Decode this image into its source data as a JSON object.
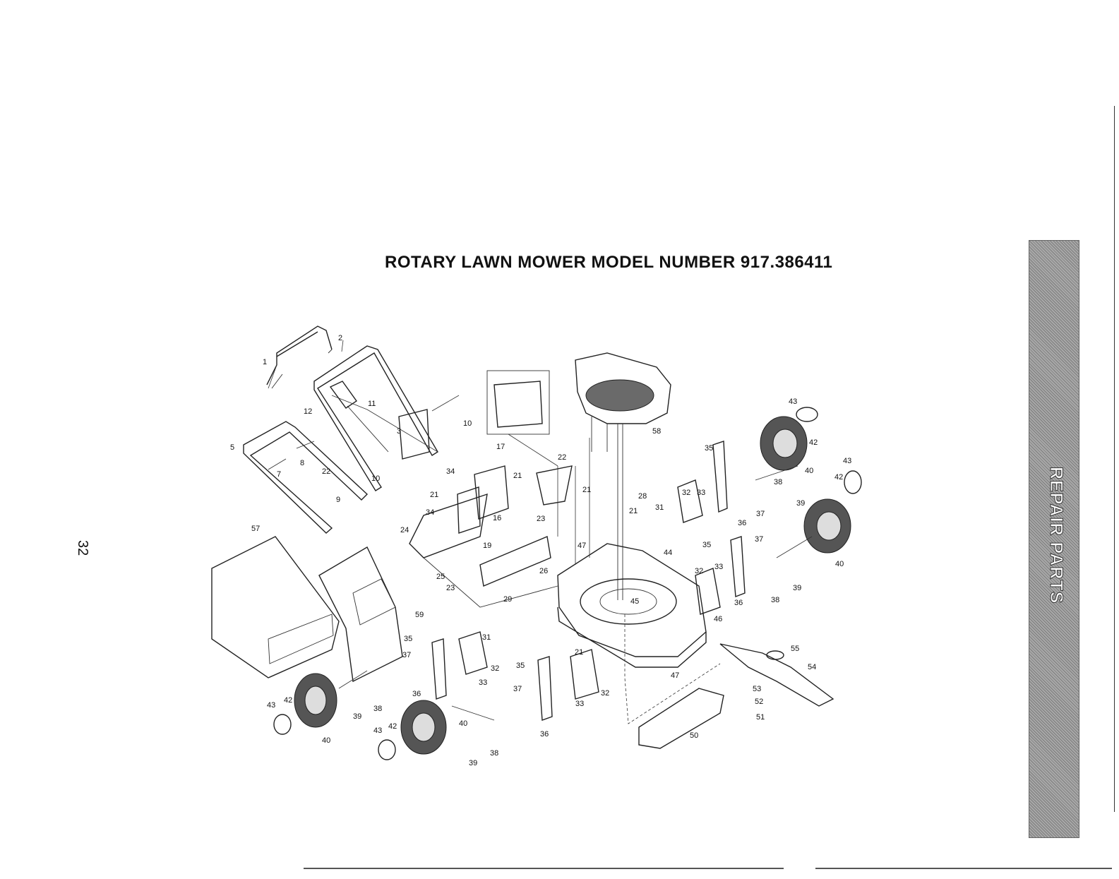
{
  "page": {
    "title": "ROTARY LAWN MOWER MODEL NUMBER 917.386411",
    "page_number": "32",
    "section_tab": "REPAIR PARTS"
  },
  "callouts": [
    {
      "id": "c1",
      "text": "1"
    },
    {
      "id": "c2",
      "text": "2"
    },
    {
      "id": "c3",
      "text": "3"
    },
    {
      "id": "c5",
      "text": "5"
    },
    {
      "id": "c7",
      "text": "7"
    },
    {
      "id": "c8",
      "text": "8"
    },
    {
      "id": "c9",
      "text": "9"
    },
    {
      "id": "c10a",
      "text": "10"
    },
    {
      "id": "c10b",
      "text": "10"
    },
    {
      "id": "c11",
      "text": "11"
    },
    {
      "id": "c12",
      "text": "12"
    },
    {
      "id": "c16",
      "text": "16"
    },
    {
      "id": "c17",
      "text": "17"
    },
    {
      "id": "c19",
      "text": "19"
    },
    {
      "id": "c21a",
      "text": "21"
    },
    {
      "id": "c21b",
      "text": "21"
    },
    {
      "id": "c21c",
      "text": "21"
    },
    {
      "id": "c21d",
      "text": "21"
    },
    {
      "id": "c21e",
      "text": "21"
    },
    {
      "id": "c22a",
      "text": "22"
    },
    {
      "id": "c22b",
      "text": "22"
    },
    {
      "id": "c23a",
      "text": "23"
    },
    {
      "id": "c23b",
      "text": "23"
    },
    {
      "id": "c24",
      "text": "24"
    },
    {
      "id": "c25",
      "text": "25"
    },
    {
      "id": "c26",
      "text": "26"
    },
    {
      "id": "c28",
      "text": "28"
    },
    {
      "id": "c29",
      "text": "29"
    },
    {
      "id": "c31a",
      "text": "31"
    },
    {
      "id": "c31b",
      "text": "31"
    },
    {
      "id": "c32a",
      "text": "32"
    },
    {
      "id": "c32b",
      "text": "32"
    },
    {
      "id": "c32c",
      "text": "32"
    },
    {
      "id": "c32d",
      "text": "32"
    },
    {
      "id": "c33a",
      "text": "33"
    },
    {
      "id": "c33b",
      "text": "33"
    },
    {
      "id": "c33c",
      "text": "33"
    },
    {
      "id": "c33d",
      "text": "33"
    },
    {
      "id": "c34a",
      "text": "34"
    },
    {
      "id": "c34b",
      "text": "34"
    },
    {
      "id": "c35a",
      "text": "35"
    },
    {
      "id": "c35b",
      "text": "35"
    },
    {
      "id": "c35c",
      "text": "35"
    },
    {
      "id": "c35d",
      "text": "35"
    },
    {
      "id": "c36a",
      "text": "36"
    },
    {
      "id": "c36b",
      "text": "36"
    },
    {
      "id": "c36c",
      "text": "36"
    },
    {
      "id": "c36d",
      "text": "36"
    },
    {
      "id": "c37a",
      "text": "37"
    },
    {
      "id": "c37b",
      "text": "37"
    },
    {
      "id": "c37c",
      "text": "37"
    },
    {
      "id": "c37d",
      "text": "37"
    },
    {
      "id": "c38a",
      "text": "38"
    },
    {
      "id": "c38b",
      "text": "38"
    },
    {
      "id": "c38c",
      "text": "38"
    },
    {
      "id": "c38d",
      "text": "38"
    },
    {
      "id": "c39a",
      "text": "39"
    },
    {
      "id": "c39b",
      "text": "39"
    },
    {
      "id": "c39c",
      "text": "39"
    },
    {
      "id": "c39d",
      "text": "39"
    },
    {
      "id": "c40a",
      "text": "40"
    },
    {
      "id": "c40b",
      "text": "40"
    },
    {
      "id": "c40c",
      "text": "40"
    },
    {
      "id": "c40d",
      "text": "40"
    },
    {
      "id": "c42a",
      "text": "42"
    },
    {
      "id": "c42b",
      "text": "42"
    },
    {
      "id": "c42c",
      "text": "42"
    },
    {
      "id": "c42d",
      "text": "42"
    },
    {
      "id": "c43a",
      "text": "43"
    },
    {
      "id": "c43b",
      "text": "43"
    },
    {
      "id": "c43c",
      "text": "43"
    },
    {
      "id": "c43d",
      "text": "43"
    },
    {
      "id": "c44",
      "text": "44"
    },
    {
      "id": "c45",
      "text": "45"
    },
    {
      "id": "c46",
      "text": "46"
    },
    {
      "id": "c47a",
      "text": "47"
    },
    {
      "id": "c47b",
      "text": "47"
    },
    {
      "id": "c50",
      "text": "50"
    },
    {
      "id": "c51",
      "text": "51"
    },
    {
      "id": "c52",
      "text": "52"
    },
    {
      "id": "c53",
      "text": "53"
    },
    {
      "id": "c54",
      "text": "54"
    },
    {
      "id": "c55",
      "text": "55"
    },
    {
      "id": "c57",
      "text": "57"
    },
    {
      "id": "c58",
      "text": "58"
    },
    {
      "id": "c59",
      "text": "59"
    }
  ]
}
